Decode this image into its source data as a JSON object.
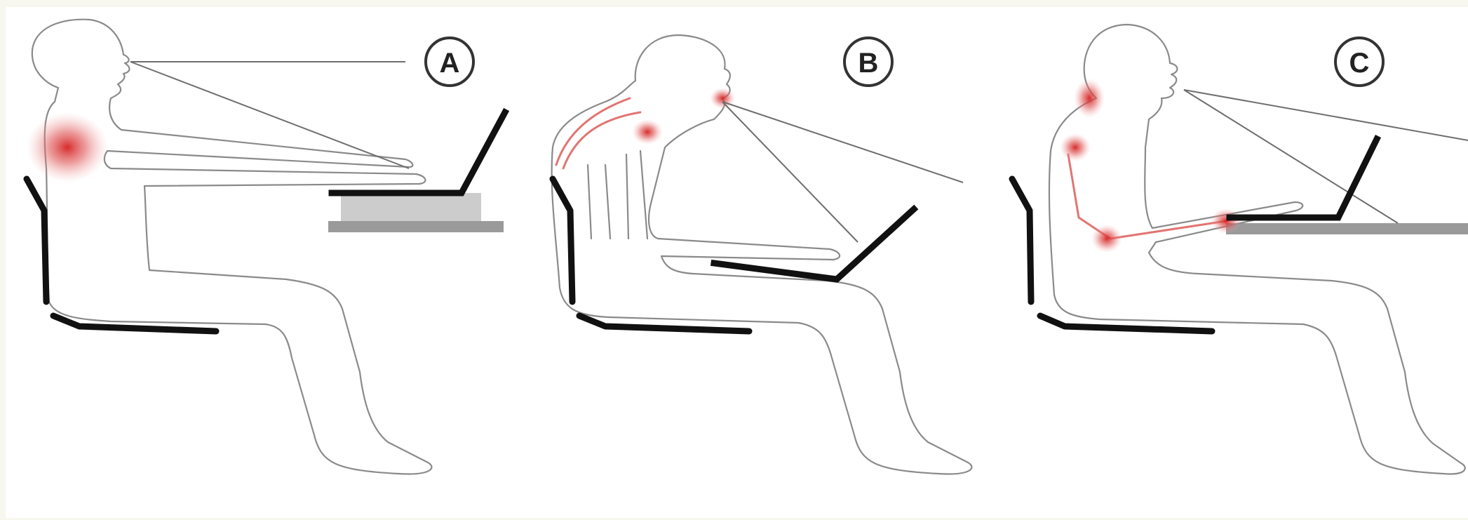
{
  "figure": {
    "panels": [
      {
        "id": "a",
        "label": "A"
      },
      {
        "id": "b",
        "label": "B"
      },
      {
        "id": "c",
        "label": "C"
      }
    ],
    "colors": {
      "background": "#f7f7ef",
      "outline": "#8a8a8a",
      "furniture": "#111111",
      "pain_highlight": "#d9534f",
      "stand": "#cccccc",
      "desk": "#9a9a9a"
    }
  }
}
